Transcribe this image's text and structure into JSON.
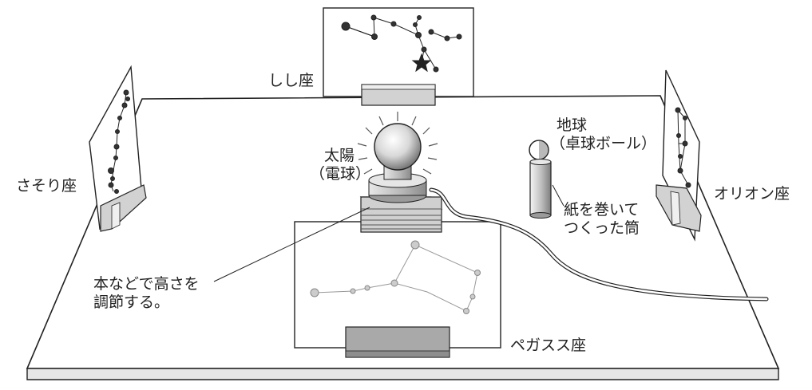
{
  "labels": {
    "leo": "しし座",
    "scorpius": "さそり座",
    "orion": "オリオン座",
    "pegasus": "ペガスス座",
    "sun_line1": "太陽",
    "sun_line2": "（電球）",
    "earth_line1": "地球",
    "earth_line2": "（卓球ボール）",
    "tube_line1": "紙を巻いて",
    "tube_line2": "つくった筒",
    "books_line1": "本などで高さを",
    "books_line2": "調節する。"
  },
  "colors": {
    "outline": "#222222",
    "panel_fill": "#ffffff",
    "stand_fill": "#cfcfcf",
    "star_fill": "#333333",
    "pegasus_star": "#cccccc",
    "pegasus_line": "#999999"
  }
}
